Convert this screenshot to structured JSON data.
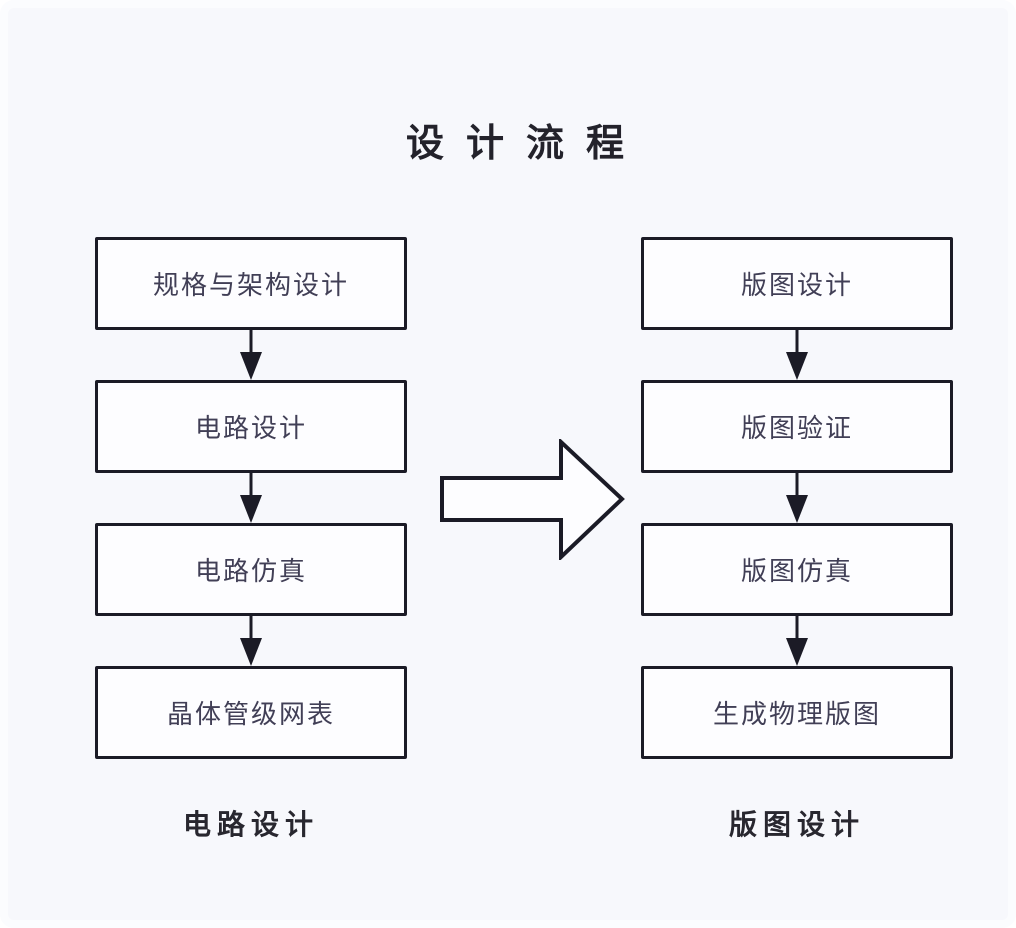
{
  "diagram": {
    "title": "设计流程",
    "left_column": {
      "caption": "电路设计",
      "steps": [
        {
          "label": "规格与架构设计"
        },
        {
          "label": "电路设计"
        },
        {
          "label": "电路仿真"
        },
        {
          "label": "晶体管级网表"
        }
      ]
    },
    "right_column": {
      "caption": "版图设计",
      "steps": [
        {
          "label": "版图设计"
        },
        {
          "label": "版图验证"
        },
        {
          "label": "版图仿真"
        },
        {
          "label": "生成物理版图"
        }
      ]
    },
    "colors": {
      "background": "#f7f8fc",
      "box_fill": "#fdfdff",
      "box_border": "#1b1b26",
      "box_text": "#413f56",
      "heading_text": "#23222b",
      "arrow": "#1b1b26"
    }
  }
}
